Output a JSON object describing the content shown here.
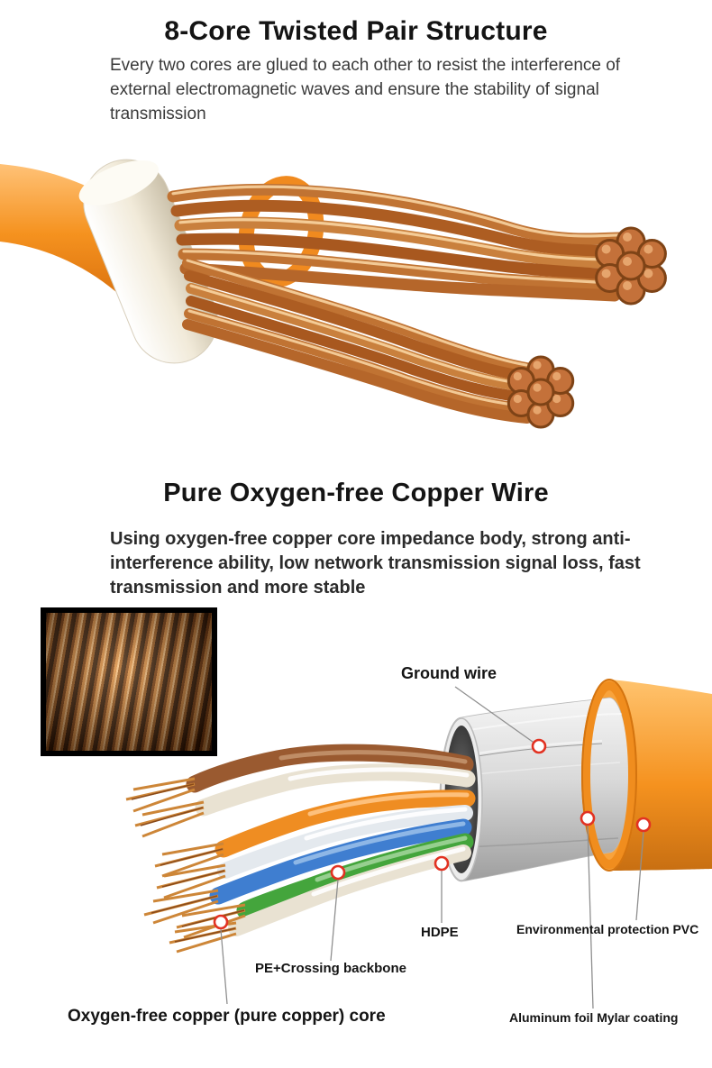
{
  "sections": {
    "twisted_pair": {
      "title": "8-Core Twisted Pair Structure",
      "description": "Every two cores are glued to each other to resist the interference of external electromagnetic waves and ensure the stability of signal transmission"
    },
    "copper_wire": {
      "title": "Pure Oxygen-free Copper Wire",
      "description": "Using oxygen-free copper core impedance body, strong anti-interference ability, low network transmission signal loss, fast transmission and more stable"
    }
  },
  "diagram": {
    "labels": {
      "ground_wire": "Ground wire",
      "hdpe": "HDPE",
      "environmental_pvc": "Environmental protection PVC",
      "pe_backbone": "PE+Crossing backbone",
      "copper_core": "Oxygen-free copper (pure copper) core",
      "mylar": "Aluminum foil Mylar coating"
    }
  },
  "images": {
    "twisted_pair_photo": "twisted-copper-pairs-photo",
    "copper_texture_photo": "copper-strands-closeup-photo",
    "cable_cutaway_photo": "cable-cutaway-diagram"
  },
  "colors": {
    "accent_red": "#e23222",
    "cable_orange": "#f5921f",
    "copper": "#c0763a",
    "foil_gray": "#d9d9d9",
    "text_dark": "#141414"
  }
}
